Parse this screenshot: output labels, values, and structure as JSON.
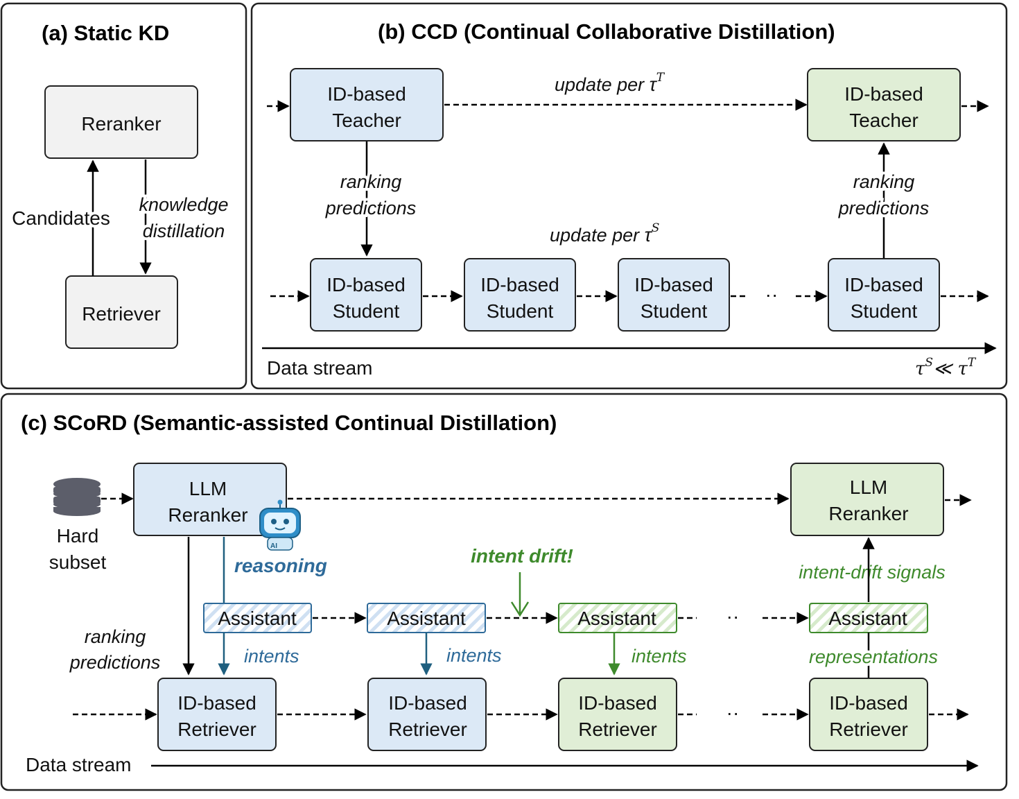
{
  "panel_a": {
    "title": "(a)  Static KD",
    "reranker": "Reranker",
    "retriever": "Retriever",
    "candidates": "Candidates",
    "kd_line1": "knowledge",
    "kd_line2": "distillation"
  },
  "panel_b": {
    "title": "(b)   CCD (Continual Collaborative Distillation)",
    "teacher_line1": "ID-based",
    "teacher_line2": "Teacher",
    "student_line1": "ID-based",
    "student_line2": "Student",
    "update_teacher": "update per τ",
    "update_teacher_sup": "T",
    "update_student": "update per τ",
    "update_student_sup": "S",
    "ranking_line1": "ranking",
    "ranking_line2": "predictions",
    "ellipsis": "··",
    "data_stream": "Data stream",
    "rel_tau1": "τ",
    "rel_sup1": "S",
    "rel_ll": "≪ τ",
    "rel_sup2": "T"
  },
  "panel_c": {
    "title": "(c)  SCoRD (Semantic-assisted Continual Distillation)",
    "llm_line1": "LLM",
    "llm_line2": "Reranker",
    "hard_line1": "Hard",
    "hard_line2": "subset",
    "reasoning": "reasoning",
    "robot_badge": "AI",
    "intent_drift": "intent drift!",
    "intent_drift_signals": "intent-drift signals",
    "assistant": "Assistant",
    "intents": "intents",
    "representations": "representations",
    "ranking_line1": "ranking",
    "ranking_line2": "predictions",
    "retriever_line1": "ID-based",
    "retriever_line2": "Retriever",
    "ellipsis": "··",
    "data_stream": "Data stream"
  },
  "colors": {
    "blue_fill": "#dce9f6",
    "green_fill": "#e0eed6",
    "gray_fill": "#f2f2f2",
    "blue_text": "#2e6a99",
    "green_text": "#3e8a2c"
  }
}
